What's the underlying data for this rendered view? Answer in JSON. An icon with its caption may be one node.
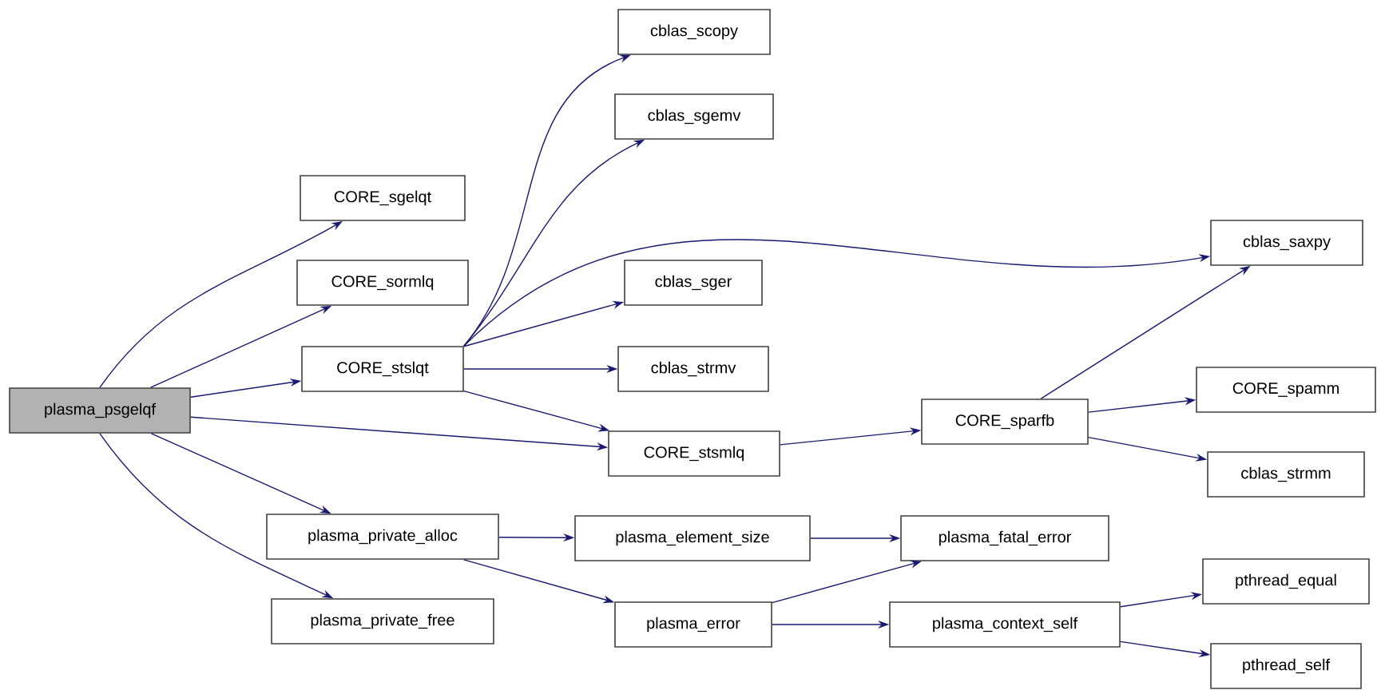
{
  "diagram": {
    "nodes": [
      {
        "text": [
          "plasma_psgelqf"
        ]
      },
      {
        "text": [
          "CORE_sgelqt"
        ]
      },
      {
        "text": [
          "CORE_sormlq"
        ]
      },
      {
        "text": [
          "CORE_stslqt"
        ]
      },
      {
        "text": [
          "cblas_scopy"
        ]
      },
      {
        "text": [
          "cblas_sgemv"
        ]
      },
      {
        "text": [
          "cblas_saxpy"
        ]
      },
      {
        "text": [
          "cblas_sger"
        ]
      },
      {
        "text": [
          "cblas_strmv"
        ]
      },
      {
        "text": [
          "CORE_stsmlq"
        ]
      },
      {
        "text": [
          "CORE_sparfb"
        ]
      },
      {
        "text": [
          "CORE_spamm"
        ]
      },
      {
        "text": [
          "cblas_strmm"
        ]
      },
      {
        "text": [
          "plasma_private_alloc"
        ]
      },
      {
        "text": [
          "plasma_private_free"
        ]
      },
      {
        "text": [
          "plasma_element_size"
        ]
      },
      {
        "text": [
          "plasma_fatal_error"
        ]
      },
      {
        "text": [
          "plasma_error"
        ]
      },
      {
        "text": [
          "plasma_context_self"
        ]
      },
      {
        "text": [
          "pthread_equal"
        ]
      },
      {
        "text": [
          "pthread_self"
        ]
      }
    ],
    "edges": [
      {
        "from": 0,
        "to": 1,
        "arrow": "to"
      },
      {
        "from": 0,
        "to": 2,
        "arrow": "to"
      },
      {
        "from": 0,
        "to": 3,
        "arrow": "to"
      },
      {
        "from": 0,
        "to": 9,
        "arrow": "to"
      },
      {
        "from": 0,
        "to": 13,
        "arrow": "to"
      },
      {
        "from": 0,
        "to": 14,
        "arrow": "to"
      },
      {
        "from": 3,
        "to": 4,
        "arrow": "to"
      },
      {
        "from": 3,
        "to": 5,
        "arrow": "to"
      },
      {
        "from": 3,
        "to": 6,
        "arrow": "to"
      },
      {
        "from": 3,
        "to": 7,
        "arrow": "to"
      },
      {
        "from": 3,
        "to": 8,
        "arrow": "to"
      },
      {
        "from": 3,
        "to": 9,
        "arrow": "to"
      },
      {
        "from": 9,
        "to": 10,
        "arrow": "to"
      },
      {
        "from": 10,
        "to": 6,
        "arrow": "to"
      },
      {
        "from": 10,
        "to": 11,
        "arrow": "to"
      },
      {
        "from": 10,
        "to": 12,
        "arrow": "to"
      },
      {
        "from": 13,
        "to": 15,
        "arrow": "to"
      },
      {
        "from": 13,
        "to": 17,
        "arrow": "to"
      },
      {
        "from": 15,
        "to": 16,
        "arrow": "to"
      },
      {
        "from": 17,
        "to": 16,
        "arrow": "to"
      },
      {
        "from": 17,
        "to": 18,
        "arrow": "to"
      },
      {
        "from": 18,
        "to": 19,
        "arrow": "to"
      },
      {
        "from": 18,
        "to": 20,
        "arrow": "to"
      }
    ]
  }
}
